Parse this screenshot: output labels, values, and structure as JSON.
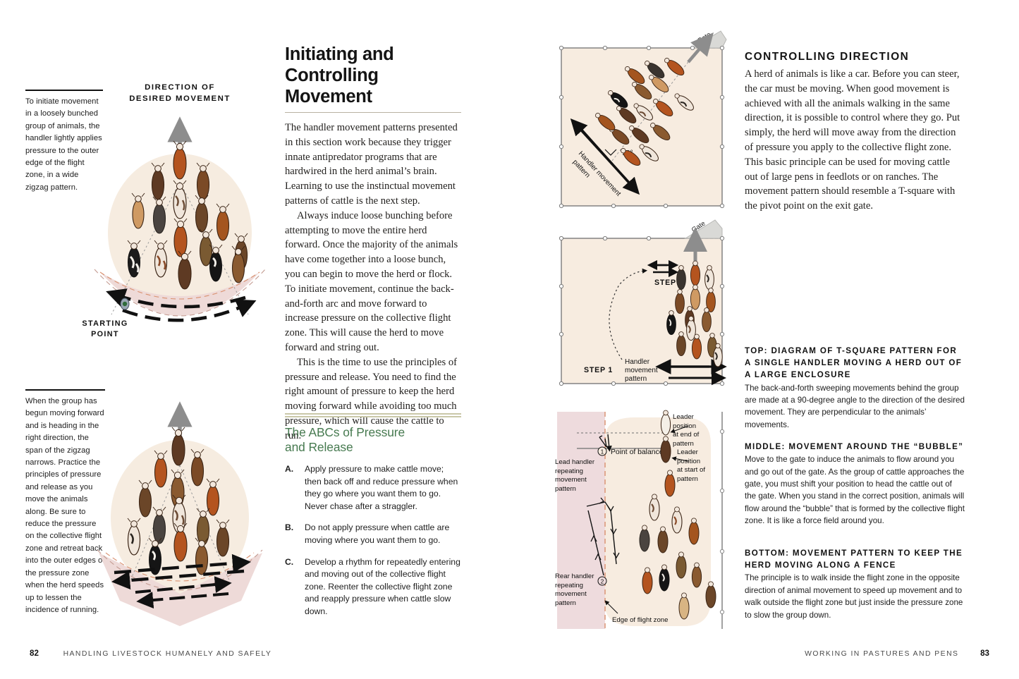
{
  "spread": {
    "left_page": {
      "folio": "82",
      "running_head": "HANDLING LIVESTOCK HUMANELY AND SAFELY"
    },
    "right_page": {
      "folio": "83",
      "running_head": "WORKING IN PASTURES AND PENS"
    }
  },
  "article": {
    "title_line1": "Initiating and",
    "title_line2": "Controlling Movement",
    "paragraphs": [
      "The handler movement patterns presented in this section work because they trigger innate antipredator programs that are hardwired in the herd animal’s brain. Learning to use the instinctual movement patterns of cattle is the next step.",
      "Always induce loose bunching before attempting to move the entire herd forward. Once the majority of the animals have come together into a loose bunch, you can begin to move the herd or flock. To initiate movement, continue the back-and-forth arc and move forward to increase pressure on the collective flight zone. This will cause the herd to move forward and string out.",
      "This is the time to use the principles of pressure and release. You need to find the right amount of pressure to keep the herd moving forward while avoiding too much pressure, which will cause the cattle to run."
    ]
  },
  "abc_sidebar": {
    "title_line1": "The ABCs of Pressure",
    "title_line2": "and Release",
    "accent_color": "#477a50",
    "rule_color": "#c9c7a8",
    "items": [
      {
        "letter": "A.",
        "text": "Apply pressure to make cattle move; then back off and reduce pressure when they go where you want them to go. Never chase after a straggler."
      },
      {
        "letter": "B.",
        "text": "Do not apply pressure when cattle are moving where you want them to go."
      },
      {
        "letter": "C.",
        "text": "Develop a rhythm for repeatedly entering and moving out of the collective flight zone. Reenter the collective flight zone and reapply pressure when cattle slow down."
      }
    ]
  },
  "left_captions": [
    {
      "id": "initiate-movement",
      "text": "To initiate movement in a loosely bunched group of animals, the handler lightly applies pressure to the outer edge of the flight zone, in a wide zigzag pattern."
    },
    {
      "id": "narrowing-zigzag",
      "text": "When the group has begun moving forward and is heading in the right direction, the span of the zigzag narrows. Practice the principles of pressure and release as you move the animals along. Be sure to reduce the pressure on the collective flight zone and retreat back into the outer edges of the pressure zone when the herd speeds up to lessen the incidence of running."
    }
  ],
  "left_diagrams": {
    "top": {
      "heading_line1": "DIRECTION OF",
      "heading_line2": "DESIRED MOVEMENT",
      "start_label_line1": "STARTING",
      "start_label_line2": "POINT"
    },
    "bottom": {}
  },
  "right_section": {
    "heading": "CONTROLLING DIRECTION",
    "body": "A herd of animals is like a car. Before you can steer, the car must be moving. When good movement is achieved with all the animals walking in the same direction, it is possible to control where they go. Put simply, the herd will move away from the direction of pressure you apply to the collective flight zone. This basic principle can be used for moving cattle out of large pens in feedlots or on ranches. The movement pattern should resemble a T-square with the pivot point on the exit gate."
  },
  "figure_captions": [
    {
      "id": "top-caption",
      "head": "TOP: DIAGRAM OF T-SQUARE PATTERN FOR A SINGLE HANDLER MOVING A HERD OUT OF A LARGE ENCLOSURE",
      "body": "The back-and-forth sweeping movements behind the group are made at a 90-degree angle to the direction of the desired movement. They are perpendicular to the animals’ movements."
    },
    {
      "id": "middle-caption",
      "head": "MIDDLE: MOVEMENT AROUND THE “BUBBLE”",
      "body": "Move to the gate to induce the animals to flow around you and go out of the gate. As the group of cattle approaches the gate, you must shift your position to head the cattle out of the gate. When you stand in the correct position, animals will flow around the “bubble” that is formed by the collective flight zone. It is like a force field around you."
    },
    {
      "id": "bottom-caption",
      "head": "BOTTOM: MOVEMENT PATTERN TO KEEP THE HERD MOVING ALONG A FENCE",
      "body": "The principle is to walk inside the flight zone in the opposite direction of animal movement to speed up movement and to walk outside the flight zone but just inside the pressure zone to slow the group down."
    }
  ],
  "right_diagrams": {
    "top": {
      "gate_label": "Gate",
      "angle_label": "90°",
      "handler_label_line1": "Handler movement",
      "handler_label_line2": "pattern"
    },
    "middle": {
      "gate_label": "Gate",
      "step1_label": "STEP 1",
      "step2_label": "STEP 2",
      "handler_label_line1": "Handler",
      "handler_label_line2": "movement",
      "handler_label_line3": "pattern"
    },
    "bottom": {
      "leader_end_line1": "Leader",
      "leader_end_line2": "position",
      "leader_end_line3": "at end of",
      "leader_end_line4": "pattern",
      "leader_start_line1": "Leader",
      "leader_start_line2": "position",
      "leader_start_line3": "at start of",
      "leader_start_line4": "pattern",
      "point_of_balance": "Point of balance",
      "lead_handler_line1": "Lead handler",
      "lead_handler_line2": "repeating",
      "lead_handler_line3": "movement",
      "lead_handler_line4": "pattern",
      "rear_handler_line1": "Rear handler",
      "rear_handler_line2": "repeating",
      "rear_handler_line3": "movement",
      "rear_handler_line4": "pattern",
      "edge_label": "Edge of flight zone",
      "marker_1": "1",
      "marker_2": "2"
    }
  },
  "colors": {
    "pen_fill": "#f7ece0",
    "flight_zone": "#f6ebdd",
    "pressure_zone": "#efd9d8",
    "gate_fill": "#d9d9d6",
    "gray_arrow": "#8d8d8d",
    "dashed_orange": "#d98f6d",
    "fence_line": "#7b7b7b",
    "green_accent": "#477a50"
  }
}
